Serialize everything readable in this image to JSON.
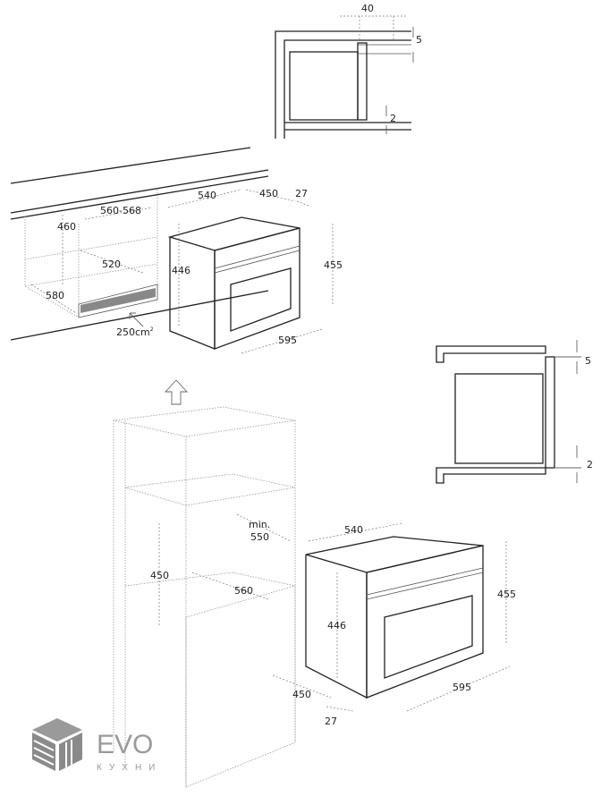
{
  "top_detail": {
    "dim_width": "40",
    "dim_top_gap": "5",
    "dim_bottom_gap": "2"
  },
  "right_detail": {
    "dim_top_gap": "5",
    "dim_bottom_gap": "2"
  },
  "undercounter": {
    "niche_height": "460",
    "niche_width": "560-568",
    "niche_depth_inner": "520",
    "niche_depth": "580",
    "vent_area": "250cm",
    "vent_area_superscript": "2",
    "oven_depth": "540",
    "oven_body_depth": "450",
    "front_depth": "27",
    "body_height": "446",
    "front_height": "455",
    "front_width": "595"
  },
  "column": {
    "min_label": "min.",
    "min_width": "550",
    "niche_height": "450",
    "niche_depth": "560",
    "oven_depth": "540",
    "front_height": "455",
    "body_height": "446",
    "body_depth": "450",
    "front_width": "595",
    "front_depth": "27"
  },
  "logo": {
    "name": "EVO",
    "subtitle": "КУХНИ"
  }
}
